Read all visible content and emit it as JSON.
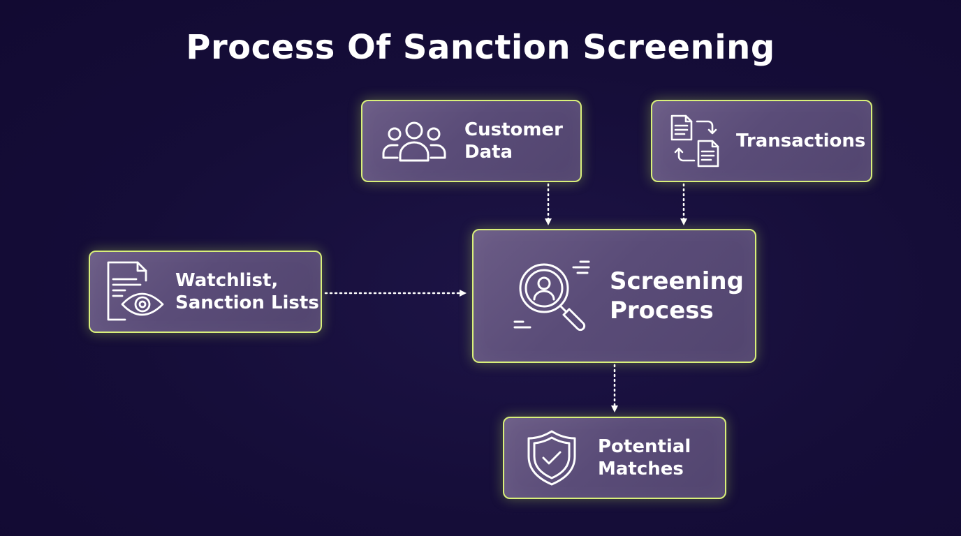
{
  "title": "Process Of Sanction Screening",
  "nodes": {
    "customer_data": {
      "label": "Customer\nData",
      "icon": "users-group-icon"
    },
    "transactions": {
      "label": "Transactions",
      "icon": "document-exchange-icon"
    },
    "watchlist": {
      "label": "Watchlist,\nSanction Lists",
      "icon": "document-eye-icon"
    },
    "screening": {
      "label": "Screening\nProcess",
      "icon": "magnifier-person-icon"
    },
    "matches": {
      "label": "Potential\nMatches",
      "icon": "shield-check-icon"
    }
  },
  "edges": [
    {
      "from": "customer_data",
      "to": "screening",
      "style": "dotted"
    },
    {
      "from": "transactions",
      "to": "screening",
      "style": "dotted"
    },
    {
      "from": "watchlist",
      "to": "screening",
      "style": "dotted"
    },
    {
      "from": "screening",
      "to": "matches",
      "style": "dotted"
    }
  ],
  "colors": {
    "background": "#150d38",
    "card_border_glow": "#d9f07a",
    "card_fill": "#5a4c78",
    "text": "#ffffff",
    "connector": "#ffffff"
  }
}
